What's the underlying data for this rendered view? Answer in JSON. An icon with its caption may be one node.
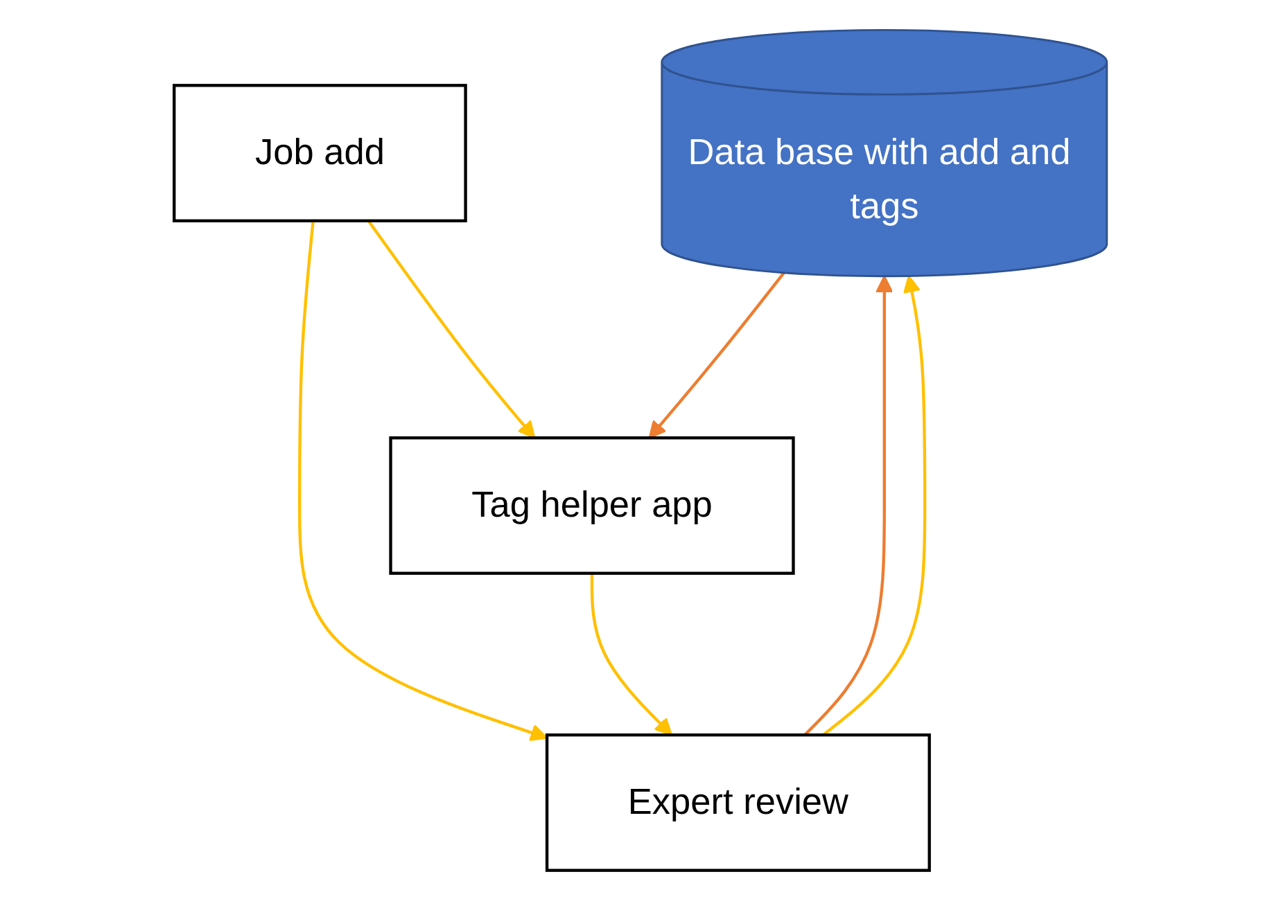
{
  "diagram": {
    "nodes": [
      {
        "text": [
          "Data base with add and tags"
        ]
      },
      {
        "text": [
          "Job add"
        ]
      },
      {
        "text": [
          "Expert review"
        ]
      },
      {
        "text": [
          "Tag helper app"
        ]
      }
    ],
    "edges": [
      {
        "from": 2,
        "to": 0,
        "arrow": "to",
        "color": "#ed7d31"
      },
      {
        "from": 2,
        "to": 0,
        "arrow": "to"
      },
      {
        "from": 1,
        "to": 2,
        "arrow": "to"
      },
      {
        "from": 0,
        "to": 3,
        "arrow": "to",
        "color": "#ed7d31"
      },
      {
        "from": 1,
        "to": 3,
        "arrow": "to"
      },
      {
        "from": 3,
        "to": 2,
        "arrow": "to"
      }
    ]
  }
}
